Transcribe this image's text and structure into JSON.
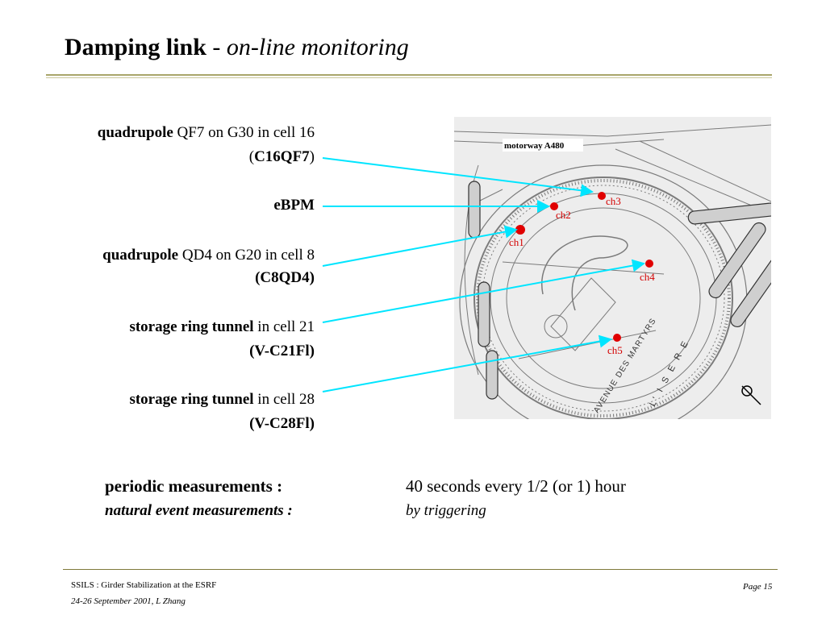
{
  "header": {
    "title_bold": "Damping link",
    "title_sep": "-",
    "title_italic": "on-line monitoring"
  },
  "sensors": [
    {
      "id": "s1",
      "line1_bold": "quadrupole",
      "line1_rest": "QF7 on G30 in cell 16",
      "line2_open": "(",
      "line2_bold": "C16QF7",
      "line2_close": ")"
    },
    {
      "id": "s2",
      "line1_bold": "eBPM"
    },
    {
      "id": "s3",
      "line1_bold": "quadrupole",
      "line1_rest": "QD4 on G20 in cell 8",
      "line2_bold": "(C8QD4)"
    },
    {
      "id": "s4",
      "line1_bold": "storage ring tunnel",
      "line1_rest": "in cell 21",
      "line2_bold": "(V-C21Fl)"
    },
    {
      "id": "s5",
      "line1_bold": "storage ring tunnel",
      "line1_rest": "in cell 28",
      "line2_bold": "(V-C28Fl)"
    }
  ],
  "map": {
    "motorway_label": "motorway A480",
    "channels": [
      "ch1",
      "ch2",
      "ch3",
      "ch4",
      "ch5"
    ],
    "road_label": "AVENUE DES MARTYRS",
    "river_label": "L' I S E R E",
    "arrow_color": "#00e5ff",
    "marker_color": "#e00000"
  },
  "measurements": {
    "periodic_label": "periodic measurements :",
    "periodic_value": "40 seconds every 1/2 (or 1) hour",
    "natural_label": "natural event measurements :",
    "natural_value": "by triggering"
  },
  "footer": {
    "line1_prefix": "SSILS",
    "line1_text": " : Girder Stabilization at the ESRF",
    "line2": "24-26 September 2001,   L Zhang",
    "page": "Page 15"
  }
}
